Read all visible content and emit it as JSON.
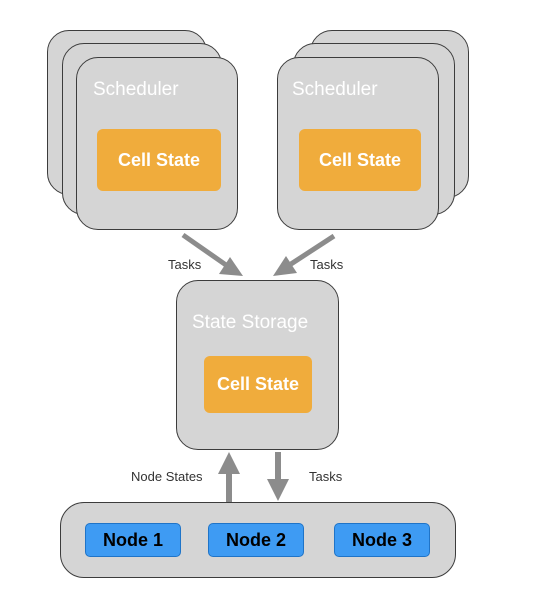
{
  "schedulers": [
    {
      "title": "Scheduler",
      "cell_label": "Cell State"
    },
    {
      "title": "Scheduler",
      "cell_label": "Cell State"
    }
  ],
  "state_storage": {
    "title": "State Storage",
    "cell_label": "Cell State"
  },
  "edges": {
    "tasks_left": "Tasks",
    "tasks_right": "Tasks",
    "node_states": "Node States",
    "tasks_down": "Tasks"
  },
  "nodes": [
    {
      "label": "Node 1"
    },
    {
      "label": "Node 2"
    },
    {
      "label": "Node 3"
    }
  ],
  "colors": {
    "panel": "#d5d5d5",
    "border": "#3c3c3c",
    "cell_state": "#f0ac3c",
    "node": "#3e9bf3",
    "arrow": "#8c8c8c"
  }
}
